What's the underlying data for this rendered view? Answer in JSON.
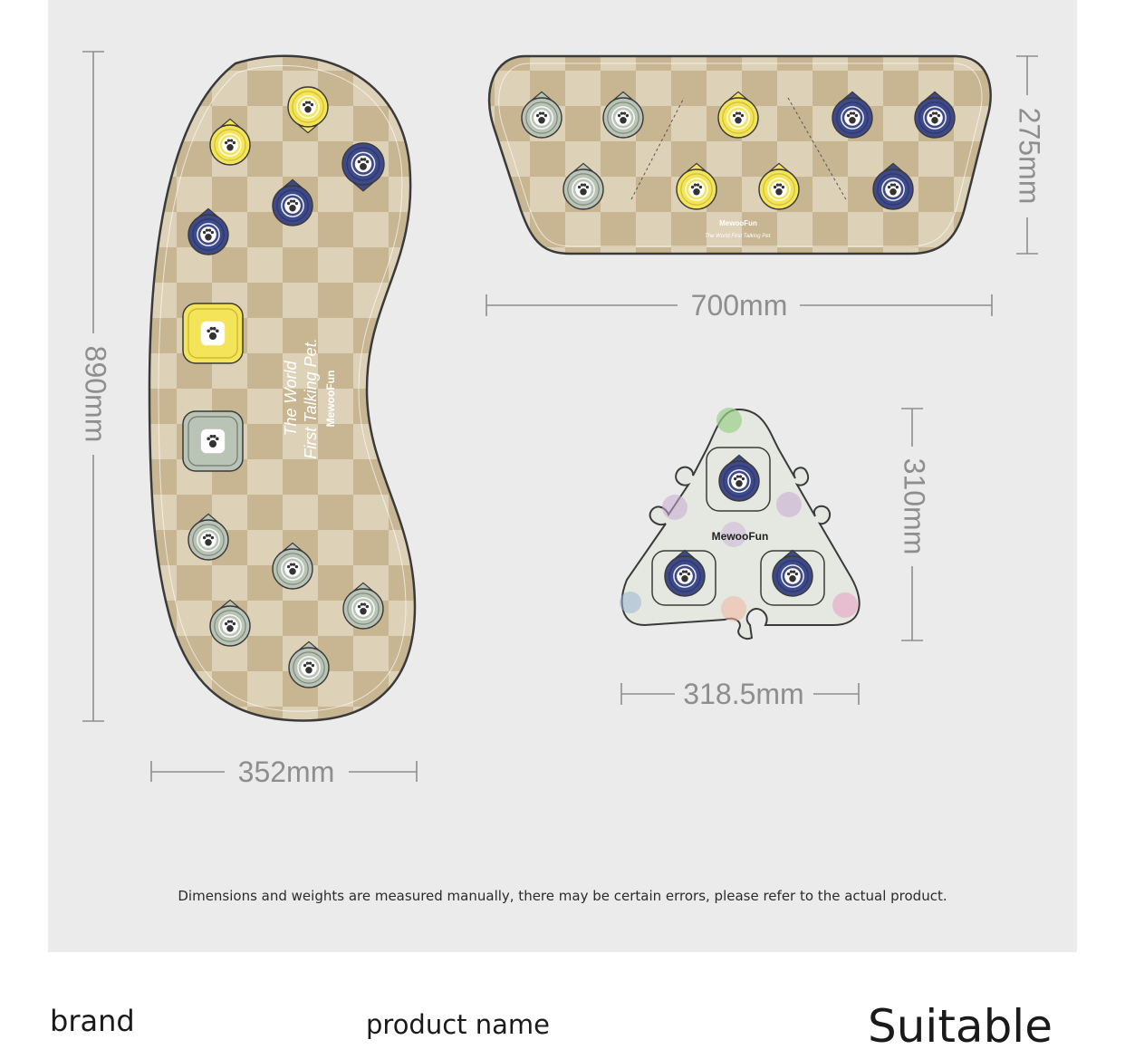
{
  "dimensions": {
    "kidney_height": "890mm",
    "kidney_width": "352mm",
    "trapezoid_width": "700mm",
    "trapezoid_height": "275mm",
    "triangle_width": "318.5mm",
    "triangle_height": "310mm"
  },
  "brand_logo": "MewooFun",
  "tagline": "The World First Talking Pet.",
  "tagline_lines": [
    "The World",
    "First Talking Pet."
  ],
  "disclaimer": "Dimensions and weights are measured manually, there may be certain errors, please refer to the actual product.",
  "footer": {
    "brand_label": "brand",
    "product_name_label": "product name",
    "suitable_label": "Suitable"
  },
  "colors": {
    "background_panel": "#ebebeb",
    "mat_base": "#c8b592",
    "mat_check": "#ddd1b8",
    "button_navy": "#3e4a88",
    "button_yellow": "#f3e45a",
    "button_sage": "#b9c3b6",
    "triangle_base": "#e4e8e0"
  },
  "icons": {
    "button": "paw-print-icon"
  }
}
